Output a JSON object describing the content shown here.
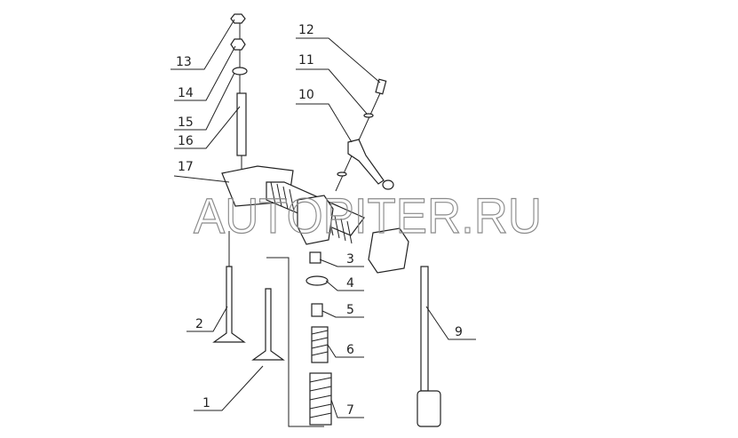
{
  "diagram": {
    "callouts": [
      {
        "id": "1",
        "label": "1"
      },
      {
        "id": "2",
        "label": "2"
      },
      {
        "id": "3",
        "label": "3"
      },
      {
        "id": "4",
        "label": "4"
      },
      {
        "id": "5",
        "label": "5"
      },
      {
        "id": "6",
        "label": "6"
      },
      {
        "id": "7",
        "label": "7"
      },
      {
        "id": "9",
        "label": "9"
      },
      {
        "id": "10",
        "label": "10"
      },
      {
        "id": "11",
        "label": "11"
      },
      {
        "id": "12",
        "label": "12"
      },
      {
        "id": "13",
        "label": "13"
      },
      {
        "id": "14",
        "label": "14"
      },
      {
        "id": "15",
        "label": "15"
      },
      {
        "id": "16",
        "label": "16"
      },
      {
        "id": "17",
        "label": "17"
      }
    ],
    "watermark": "AUTOPITER.RU"
  }
}
